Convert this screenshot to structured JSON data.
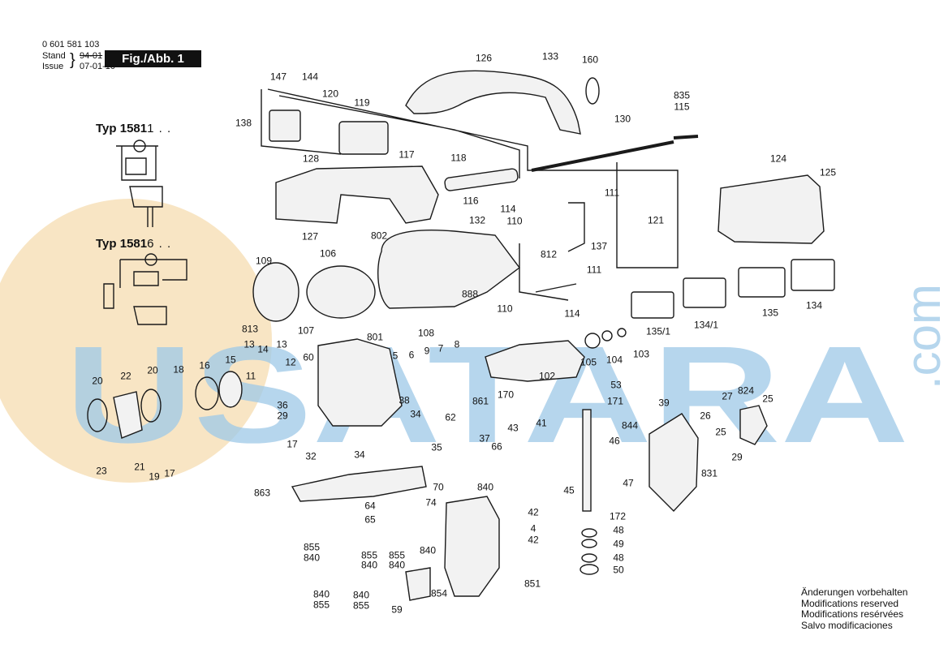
{
  "header": {
    "doc_number": "0 601 581 103",
    "stand_label": "Stand",
    "issue_label": "Issue",
    "old_date": "94-01",
    "issue_date": "07-01-10",
    "figure": "Fig./Abb. 1"
  },
  "types": [
    {
      "prefix": "Typ 1581",
      "suffix": "1 . ."
    },
    {
      "prefix": "Typ 1581",
      "suffix": "6 . ."
    }
  ],
  "notes": [
    "Änderungen vorbehalten",
    "Modifications reserved",
    "Modifications resérvées",
    "Salvo modificaciones"
  ],
  "watermark": {
    "text": "USATARA",
    "suffix": ".com",
    "color": "#9ec9e8",
    "circle_color": "#f5dcb0"
  },
  "colors": {
    "line": "#1a1a1a",
    "part_fill": "#f2f2f2",
    "part_stroke": "#333333"
  },
  "labels": [
    {
      "t": "133"
    },
    {
      "t": "126"
    },
    {
      "t": "160"
    },
    {
      "t": "147"
    },
    {
      "t": "144"
    },
    {
      "t": "120"
    },
    {
      "t": "119"
    },
    {
      "t": "835"
    },
    {
      "t": "115"
    },
    {
      "t": "138"
    },
    {
      "t": "130"
    },
    {
      "t": "128"
    },
    {
      "t": "117"
    },
    {
      "t": "118"
    },
    {
      "t": "124"
    },
    {
      "t": "125"
    },
    {
      "t": "116"
    },
    {
      "t": "111"
    },
    {
      "t": "114"
    },
    {
      "t": "110"
    },
    {
      "t": "132"
    },
    {
      "t": "127"
    },
    {
      "t": "802"
    },
    {
      "t": "121"
    },
    {
      "t": "137"
    },
    {
      "t": "812"
    },
    {
      "t": "111"
    },
    {
      "t": "109"
    },
    {
      "t": "106"
    },
    {
      "t": "888"
    },
    {
      "t": "110"
    },
    {
      "t": "114"
    },
    {
      "t": "135"
    },
    {
      "t": "134"
    },
    {
      "t": "135/1"
    },
    {
      "t": "134/1"
    },
    {
      "t": "813"
    },
    {
      "t": "107"
    },
    {
      "t": "108"
    },
    {
      "t": "801"
    },
    {
      "t": "105"
    },
    {
      "t": "104"
    },
    {
      "t": "103"
    },
    {
      "t": "13"
    },
    {
      "t": "14"
    },
    {
      "t": "13"
    },
    {
      "t": "60"
    },
    {
      "t": "5"
    },
    {
      "t": "6"
    },
    {
      "t": "9"
    },
    {
      "t": "7"
    },
    {
      "t": "8"
    },
    {
      "t": "102"
    },
    {
      "t": "20"
    },
    {
      "t": "22"
    },
    {
      "t": "20"
    },
    {
      "t": "18"
    },
    {
      "t": "16"
    },
    {
      "t": "15"
    },
    {
      "t": "12"
    },
    {
      "t": "11"
    },
    {
      "t": "170"
    },
    {
      "t": "53"
    },
    {
      "t": "171"
    },
    {
      "t": "36"
    },
    {
      "t": "38"
    },
    {
      "t": "861"
    },
    {
      "t": "29"
    },
    {
      "t": "34"
    },
    {
      "t": "62"
    },
    {
      "t": "39"
    },
    {
      "t": "27"
    },
    {
      "t": "824"
    },
    {
      "t": "25"
    },
    {
      "t": "26"
    },
    {
      "t": "844"
    },
    {
      "t": "17"
    },
    {
      "t": "32"
    },
    {
      "t": "37"
    },
    {
      "t": "43"
    },
    {
      "t": "41"
    },
    {
      "t": "46"
    },
    {
      "t": "25"
    },
    {
      "t": "29"
    },
    {
      "t": "35"
    },
    {
      "t": "66"
    },
    {
      "t": "34"
    },
    {
      "t": "831"
    },
    {
      "t": "23"
    },
    {
      "t": "21"
    },
    {
      "t": "19"
    },
    {
      "t": "17"
    },
    {
      "t": "47"
    },
    {
      "t": "45"
    },
    {
      "t": "840"
    },
    {
      "t": "863"
    },
    {
      "t": "70"
    },
    {
      "t": "74"
    },
    {
      "t": "64"
    },
    {
      "t": "42"
    },
    {
      "t": "65"
    },
    {
      "t": "172"
    },
    {
      "t": "4"
    },
    {
      "t": "48"
    },
    {
      "t": "42"
    },
    {
      "t": "49"
    },
    {
      "t": "855"
    },
    {
      "t": "840"
    },
    {
      "t": "855"
    },
    {
      "t": "855"
    },
    {
      "t": "840"
    },
    {
      "t": "840"
    },
    {
      "t": "840"
    },
    {
      "t": "48"
    },
    {
      "t": "50"
    },
    {
      "t": "851"
    },
    {
      "t": "854"
    },
    {
      "t": "840"
    },
    {
      "t": "840"
    },
    {
      "t": "855"
    },
    {
      "t": "855"
    },
    {
      "t": "59"
    }
  ]
}
